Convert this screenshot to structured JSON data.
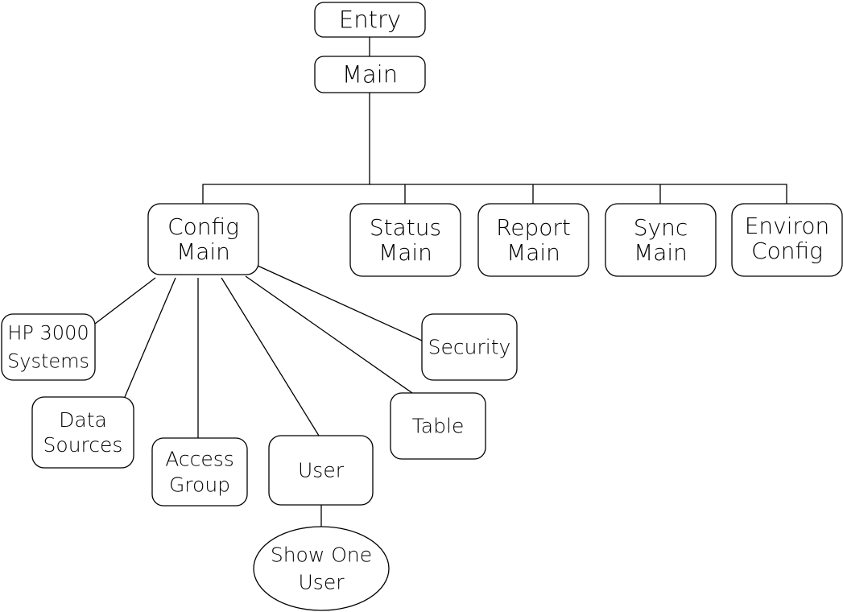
{
  "diagram": {
    "nodes": [
      {
        "id": "entry",
        "lines": [
          "Entry"
        ]
      },
      {
        "id": "main",
        "lines": [
          "Main"
        ]
      },
      {
        "id": "config-main",
        "lines": [
          "Config",
          "Main"
        ]
      },
      {
        "id": "status-main",
        "lines": [
          "Status",
          "Main"
        ]
      },
      {
        "id": "report-main",
        "lines": [
          "Report",
          "Main"
        ]
      },
      {
        "id": "sync-main",
        "lines": [
          "Sync",
          "Main"
        ]
      },
      {
        "id": "environ-config",
        "lines": [
          "Environ",
          "Config"
        ]
      },
      {
        "id": "hp3000-systems",
        "lines": [
          "HP 3000",
          "Systems"
        ]
      },
      {
        "id": "data-sources",
        "lines": [
          "Data",
          "Sources"
        ]
      },
      {
        "id": "access-group",
        "lines": [
          "Access",
          "Group"
        ]
      },
      {
        "id": "user",
        "lines": [
          "User"
        ]
      },
      {
        "id": "show-one-user",
        "lines": [
          "Show One",
          "User"
        ]
      },
      {
        "id": "table",
        "lines": [
          "Table"
        ]
      },
      {
        "id": "security",
        "lines": [
          "Security"
        ]
      }
    ],
    "edges": [
      {
        "from": "entry",
        "to": "main"
      },
      {
        "from": "main",
        "to": "config-main"
      },
      {
        "from": "main",
        "to": "status-main"
      },
      {
        "from": "main",
        "to": "report-main"
      },
      {
        "from": "main",
        "to": "sync-main"
      },
      {
        "from": "main",
        "to": "environ-config"
      },
      {
        "from": "config-main",
        "to": "hp3000-systems"
      },
      {
        "from": "config-main",
        "to": "data-sources"
      },
      {
        "from": "config-main",
        "to": "access-group"
      },
      {
        "from": "config-main",
        "to": "user"
      },
      {
        "from": "config-main",
        "to": "table"
      },
      {
        "from": "config-main",
        "to": "security"
      },
      {
        "from": "user",
        "to": "show-one-user"
      }
    ]
  }
}
